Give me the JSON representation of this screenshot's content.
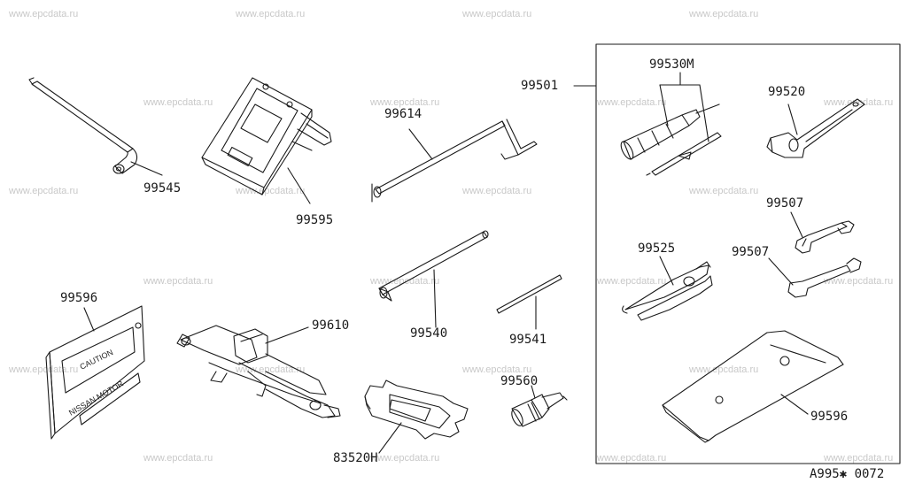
{
  "watermark": "www.epcdata.ru",
  "diagram_code": "A995✱ 0072",
  "parts": {
    "p99545": "99545",
    "p99595": "99595",
    "p99614": "99614",
    "p99501": "99501",
    "p99530m": "99530M",
    "p99520": "99520",
    "p99507a": "99507",
    "p99507b": "99507",
    "p99525": "99525",
    "p99596a": "99596",
    "p99596b": "99596",
    "p99610": "99610",
    "p99540": "99540",
    "p99541": "99541",
    "p99560": "99560",
    "p83520h": "83520H"
  },
  "sign": {
    "caution_text": "CAUTION",
    "brand_text": "NISSAN MOTOR"
  },
  "colors": {
    "line": "#1a1a1a",
    "watermark": "#c8c8c8",
    "background": "#ffffff"
  }
}
